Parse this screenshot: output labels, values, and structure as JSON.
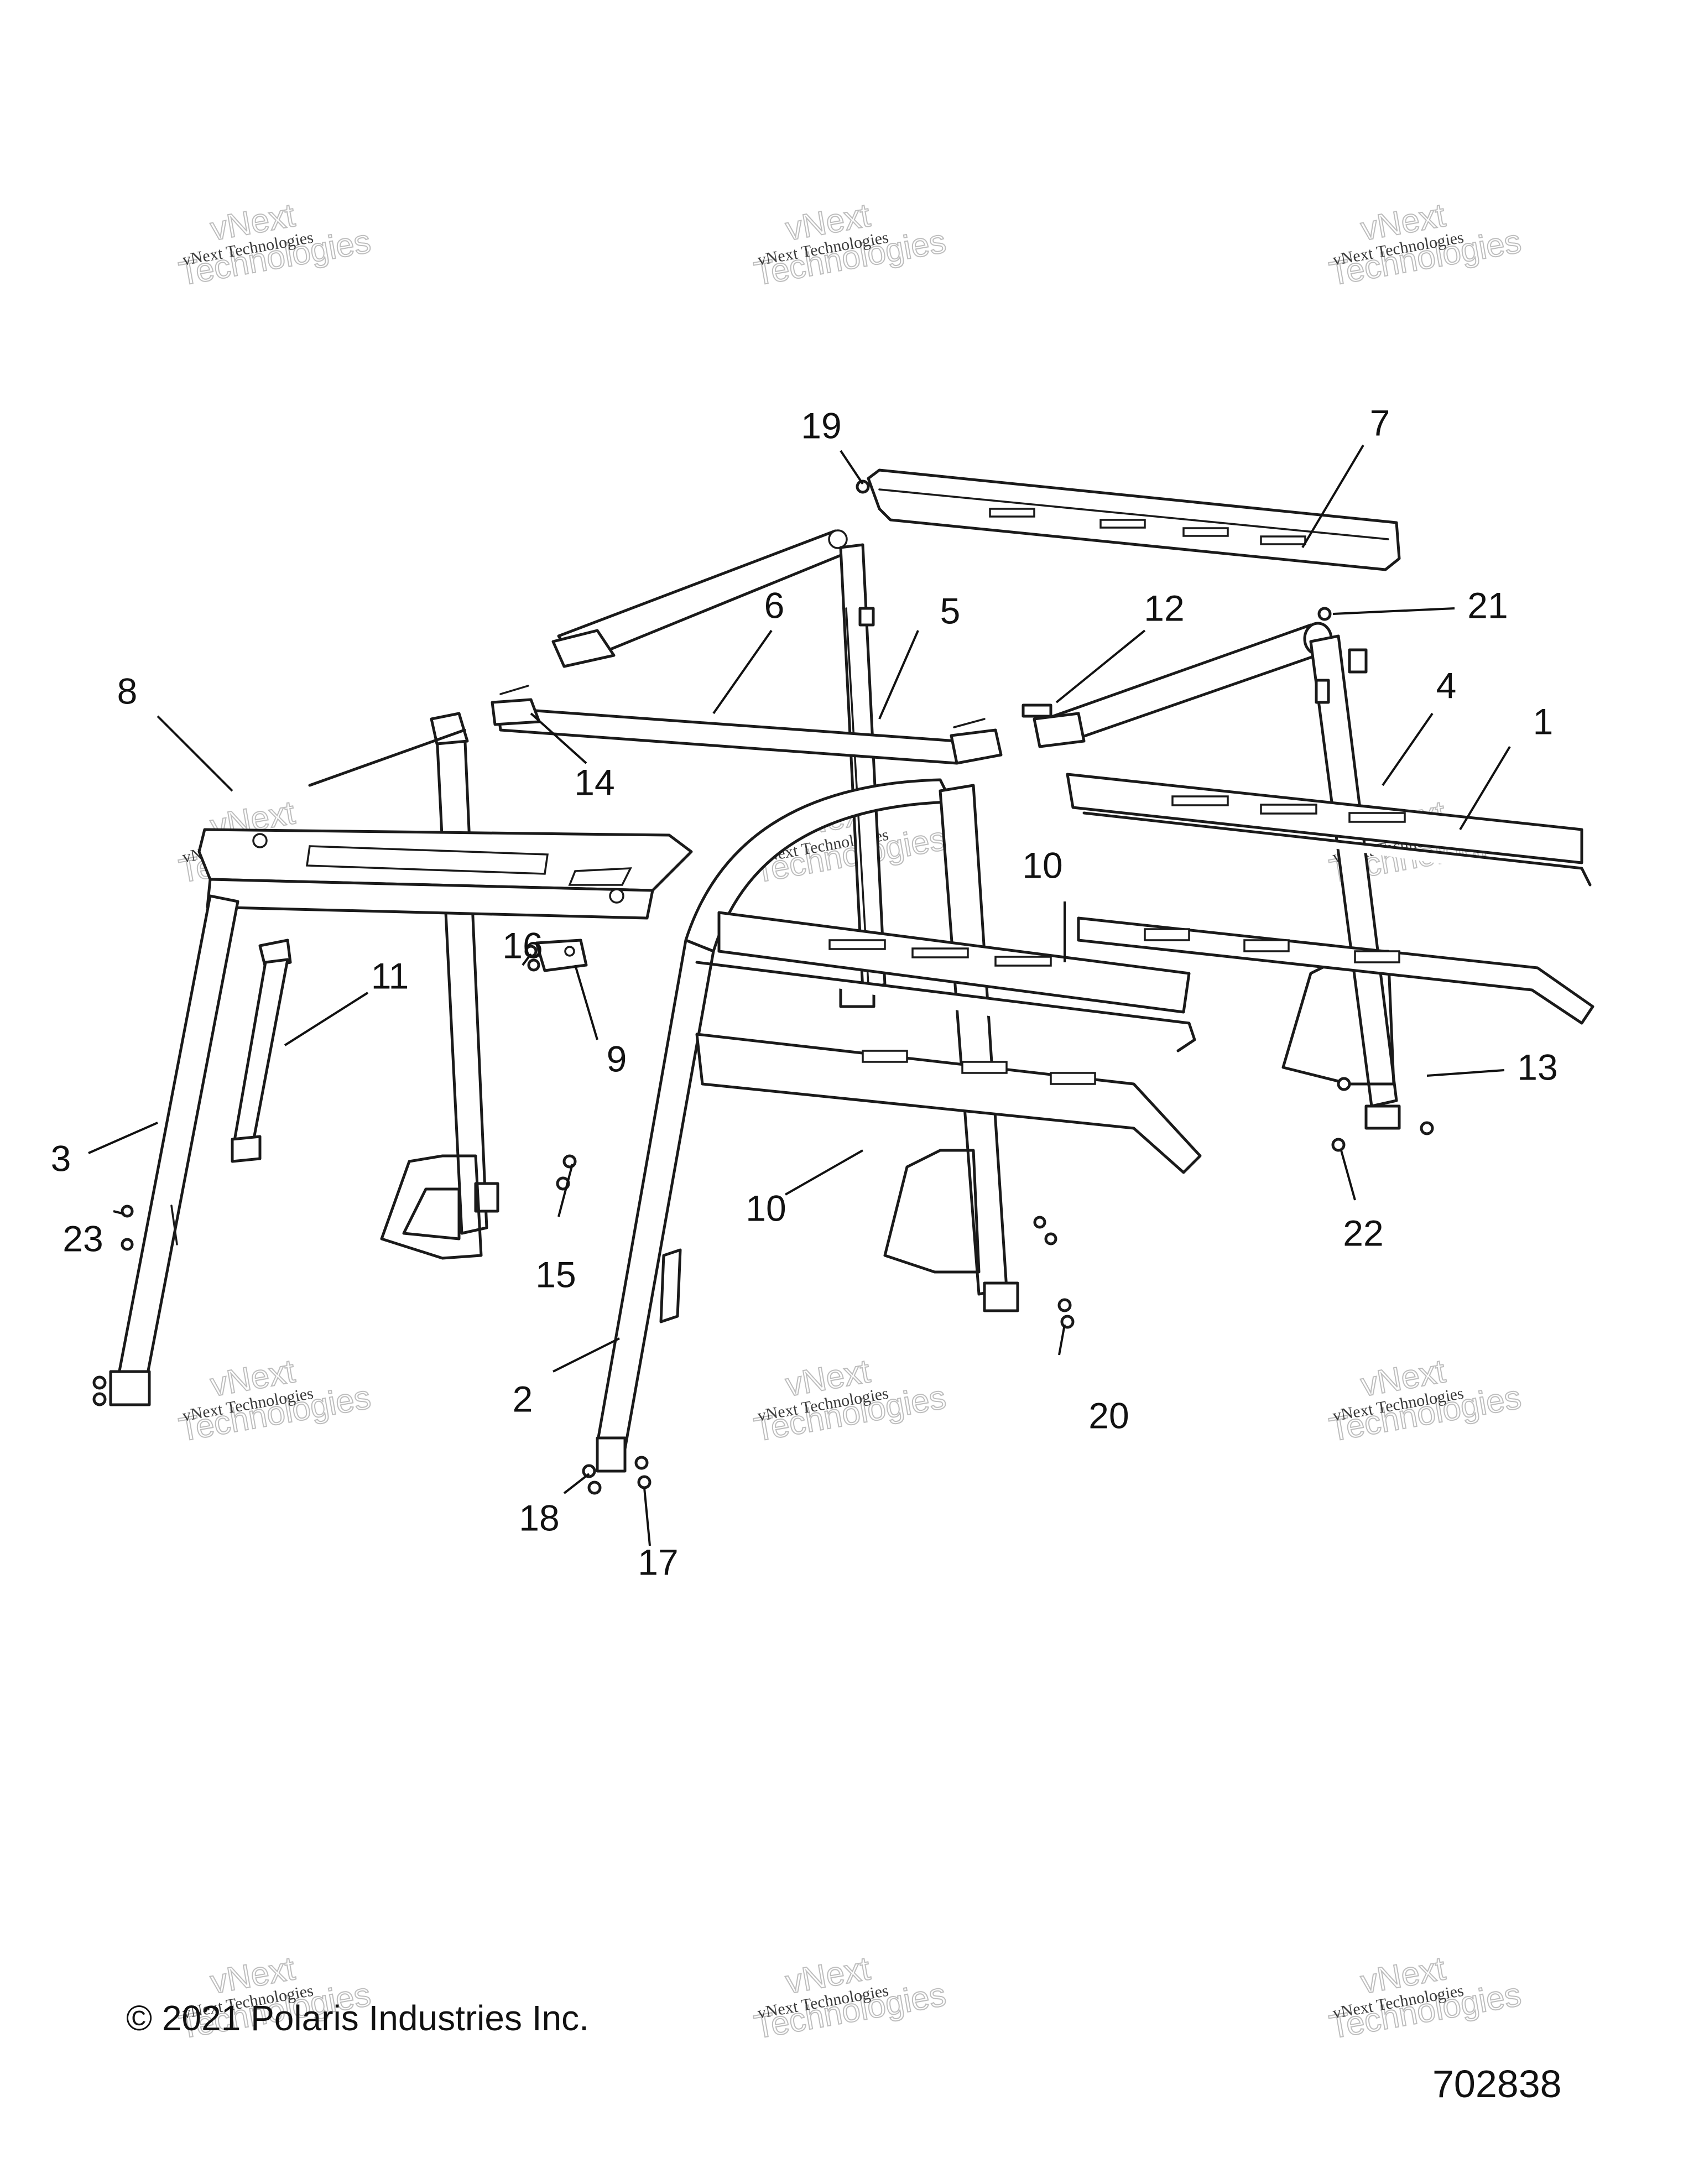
{
  "callouts": [
    {
      "label": "1"
    },
    {
      "label": "2"
    },
    {
      "label": "3"
    },
    {
      "label": "4"
    },
    {
      "label": "5"
    },
    {
      "label": "6"
    },
    {
      "label": "7"
    },
    {
      "label": "8"
    },
    {
      "label": "9"
    },
    {
      "label": "10"
    },
    {
      "label": "10"
    },
    {
      "label": "11"
    },
    {
      "label": "12"
    },
    {
      "label": "13"
    },
    {
      "label": "14"
    },
    {
      "label": "15"
    },
    {
      "label": "16"
    },
    {
      "label": "17"
    },
    {
      "label": "18"
    },
    {
      "label": "19"
    },
    {
      "label": "20"
    },
    {
      "label": "21"
    },
    {
      "label": "22"
    },
    {
      "label": "23"
    }
  ],
  "watermark": {
    "line1": "vNext Technologies",
    "line2": "Technologies",
    "line3": "vNext"
  },
  "footer": {
    "copyright": "© 2021 Polaris Industries Inc.",
    "figure_id": "702838"
  }
}
